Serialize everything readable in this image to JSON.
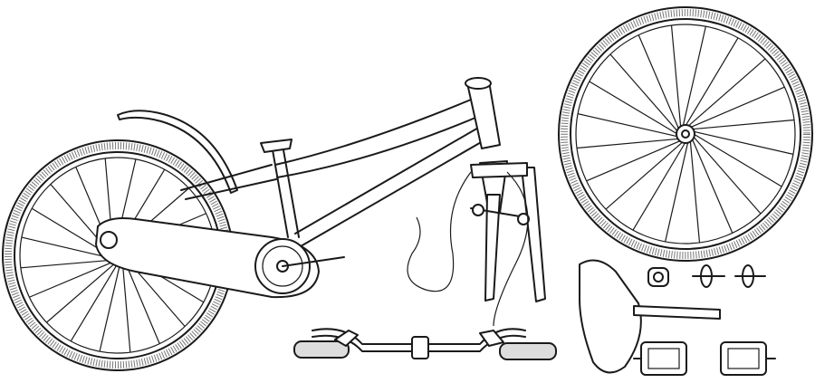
{
  "illustration": {
    "subject": "bike-parts-exploded-view",
    "colors": {
      "line": "#1a1a1a",
      "background": "#ffffff",
      "tread": "#777777"
    },
    "parts": [
      "rear-wheel",
      "frame",
      "chain-guard",
      "rear-fender",
      "fork",
      "brake-cable",
      "handlebar",
      "front-wheel",
      "seat",
      "seatpost-clamp",
      "bolts",
      "pedals"
    ]
  }
}
